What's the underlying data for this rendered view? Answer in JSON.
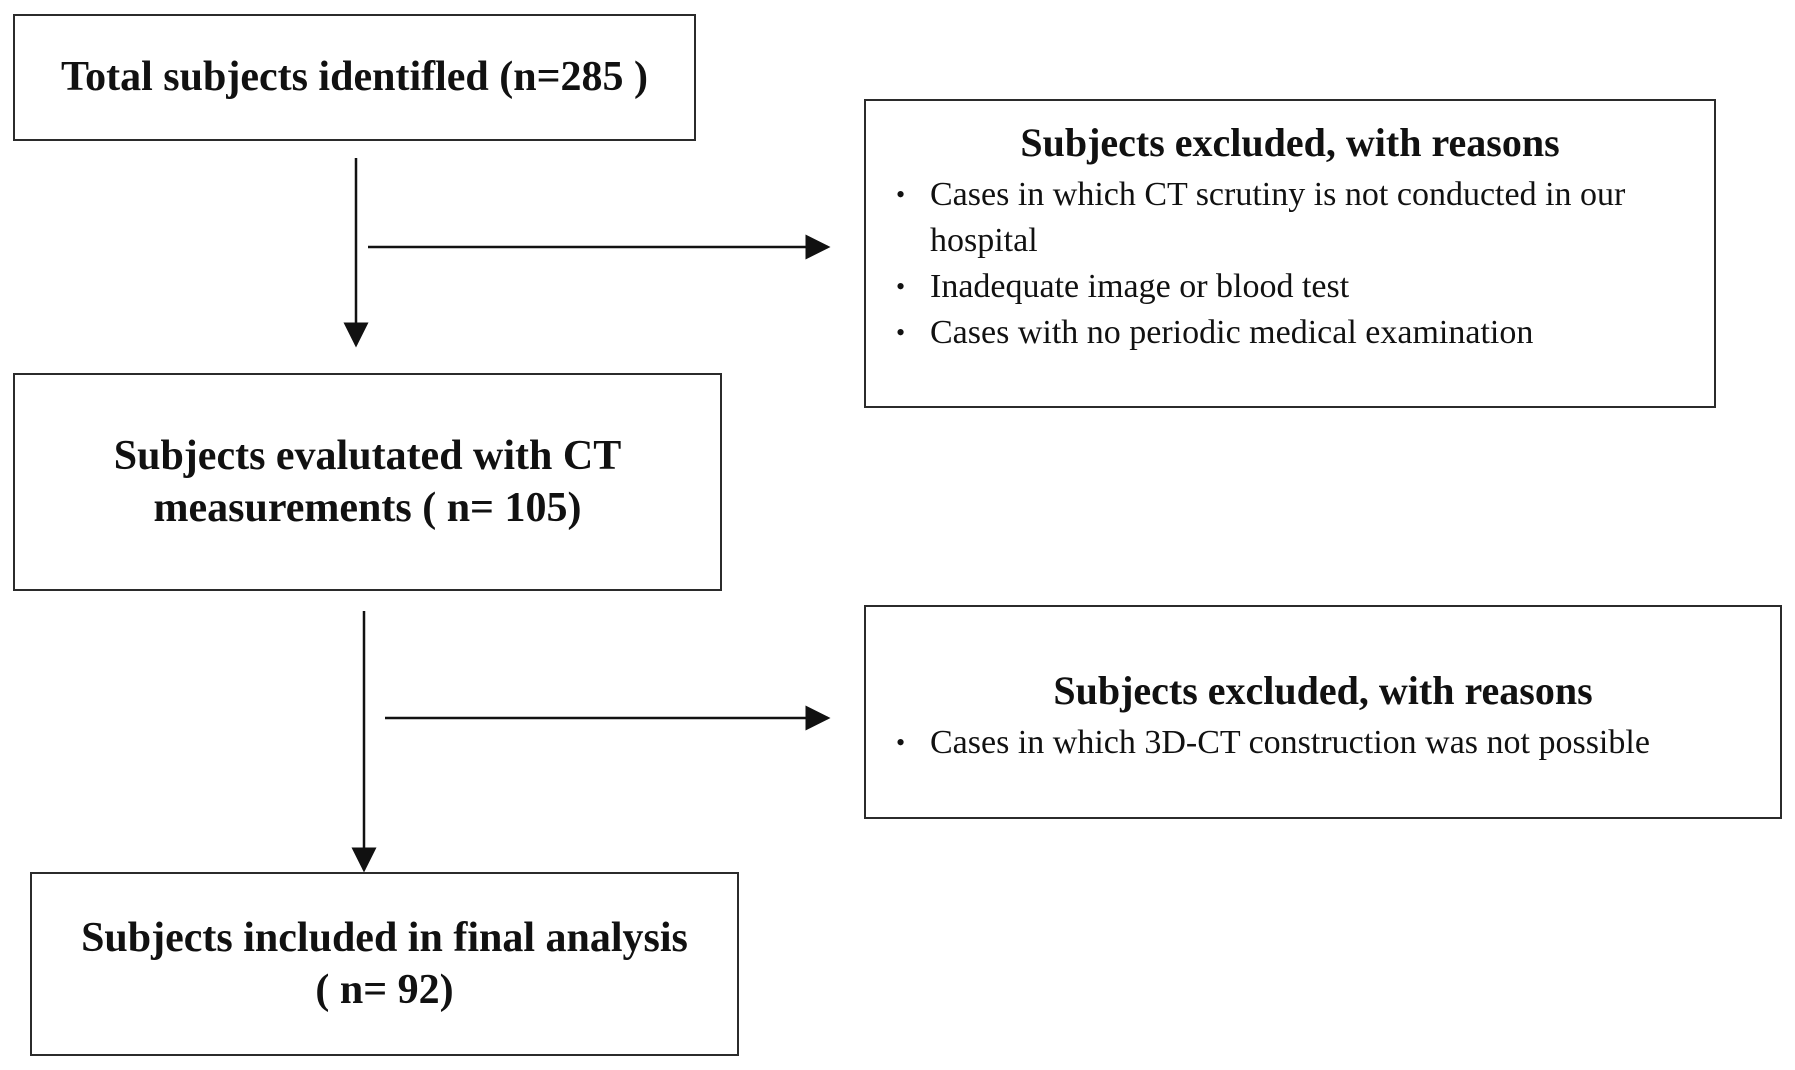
{
  "stage_1": {
    "line_1": "Total subjects identifled  (n=285 )"
  },
  "exclusion_1": {
    "title": "Subjects excluded, with reasons",
    "reasons": [
      "Cases in which CT scrutiny is not conducted in our hospital",
      "Inadequate image or blood test",
      "Cases with no periodic medical  examination"
    ]
  },
  "stage_2": {
    "line_1": "Subjects evalutated with CT",
    "line_2": "measurements ( n= 105)"
  },
  "exclusion_2": {
    "title": "Subjects excluded, with reasons",
    "reasons": [
      "Cases in which 3D-CT construction was not possible"
    ]
  },
  "stage_3": {
    "line_1": "Subjects included in final analysis",
    "line_2": "( n= 92)"
  },
  "colors": {
    "stroke": "#2b2b2b",
    "text": "#111111",
    "background": "#ffffff"
  }
}
